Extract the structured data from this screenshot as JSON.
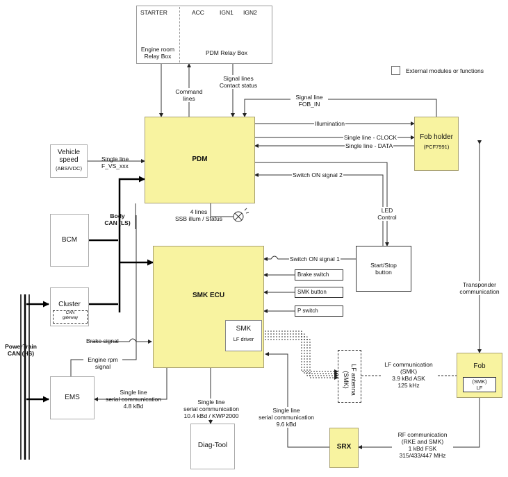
{
  "relay_boxes": {
    "starter": "STARTER",
    "acc": "ACC",
    "ign1": "IGN1",
    "ign2": "IGN2",
    "engine_room_line1": "Engine room",
    "engine_room_line2": "Relay Box",
    "pdm_relay_box": "PDM Relay Box"
  },
  "legend": {
    "label": "External modules or functions"
  },
  "modules": {
    "pdm": "PDM",
    "smk_ecu": "SMK ECU",
    "fob_holder": "Fob holder",
    "fob_holder_chip": "(PCF7991)",
    "fob": "Fob",
    "fob_inner_1": "(SMK)",
    "fob_inner_2": "LF",
    "bcm": "BCM",
    "cluster": "Cluster",
    "can_gateway_1": "CAN",
    "can_gateway_2": "gateway",
    "ems": "EMS",
    "diag_tool": "Diag-Tool",
    "srx": "SRX",
    "vehicle_speed_1": "Vehicle",
    "vehicle_speed_2": "speed",
    "vehicle_speed_3": "(ABS/VDC)",
    "start_stop_1": "Start/Stop",
    "start_stop_2": "button",
    "brake_switch": "Brake switch",
    "smk_button": "SMK button",
    "p_switch": "P switch",
    "smk_lf_1": "SMK",
    "smk_lf_2": "LF driver",
    "lf_antenna_1": "LF antenna",
    "lf_antenna_2": "(SMK)"
  },
  "labels": {
    "command_lines_1": "Command",
    "command_lines_2": "lines",
    "signal_lines_1": "Signal lines",
    "signal_lines_2": "Contact status",
    "signal_line_1": "Signal line",
    "signal_line_2": "FOB_IN",
    "illumination": "Illumination",
    "clock": "Single line - CLOCK",
    "data": "Single line - DATA",
    "vs_1": "Single line",
    "vs_2": "F_VS_xxx",
    "switch_on_2": "Switch ON signal 2",
    "led_1": "LED",
    "led_2": "Control",
    "four_lines_1": "4 lines",
    "four_lines_2": "SSB illum / Status",
    "body_can_1": "Body",
    "body_can_2": "CAN (LS)",
    "switch_on_1": "Switch ON signal 1",
    "transponder_1": "Transponder",
    "transponder_2": "communication",
    "powertrain_1": "PowerTrain",
    "powertrain_2": "CAN (HS)",
    "brake_signal": "Brake signal",
    "rpm_1": "Engine rpm",
    "rpm_2": "signal",
    "lf_comm_1": "LF communication",
    "lf_comm_2": "(SMK)",
    "lf_comm_3": "3.9 kBd ASK",
    "lf_comm_4": "125 kHz",
    "ems_serial_1": "Single line",
    "ems_serial_2": "serial communication",
    "ems_serial_3": "4.8 kBd",
    "diag_serial_1": "Single line",
    "diag_serial_2": "serial communication",
    "diag_serial_3": "10.4 kBd / KWP2000",
    "srx_serial_1": "Single line",
    "srx_serial_2": "serial communication",
    "srx_serial_3": "9.6 kBd",
    "rf_1": "RF communication",
    "rf_2": "(RKE and SMK)",
    "rf_3": "1 kBd FSK",
    "rf_4": "315/433/447 MHz"
  }
}
